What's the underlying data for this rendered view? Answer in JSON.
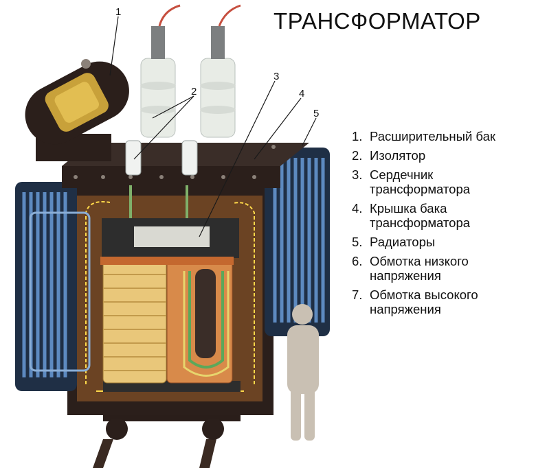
{
  "title": "ТРАНСФОРМАТОР",
  "callouts": [
    "1",
    "2",
    "3",
    "4",
    "5"
  ],
  "legend": [
    {
      "num": "1.",
      "label": "Расширительный бак"
    },
    {
      "num": "2.",
      "label": "Изолятор"
    },
    {
      "num": "3.",
      "label": "Сердечник трансформатора"
    },
    {
      "num": "4.",
      "label": "Крышка бака трансформатора"
    },
    {
      "num": "5.",
      "label": "Радиаторы"
    },
    {
      "num": "6.",
      "label": "Обмотка низкого напряжения"
    },
    {
      "num": "7.",
      "label": "Обмотка высокого напряжения"
    }
  ],
  "colors": {
    "tank": "#2b1f1b",
    "oil": "#6b4323",
    "radiator": "#3d6a9c",
    "insulator": "#e8ece6",
    "winding_low": "#e9c77a",
    "winding_high": "#d88a4a",
    "human_silhouette": "#c9c0b3",
    "cover": "#3a2d28"
  }
}
